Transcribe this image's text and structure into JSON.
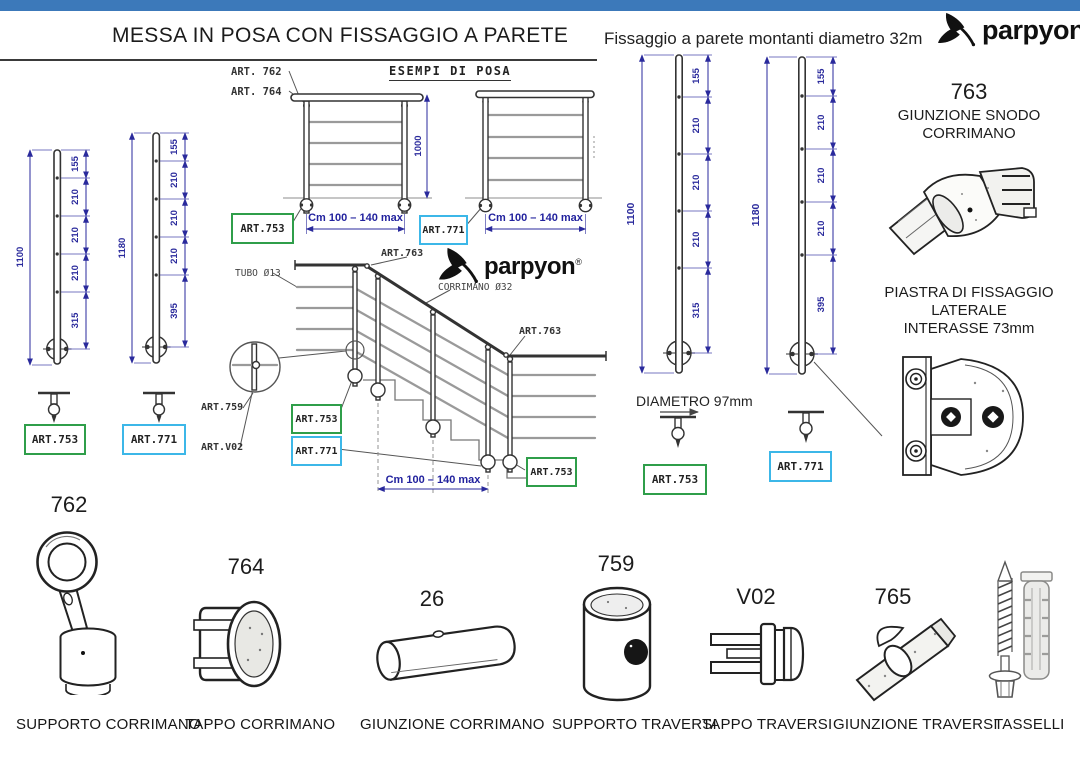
{
  "header": {
    "title": "MESSA IN POSA CON FISSAGGIO A PARETE",
    "right_heading": "Fissaggio a parete montanti diametro 32m"
  },
  "brand": {
    "name": "parpyon",
    "reg": "®"
  },
  "colors": {
    "top_bar": "#3c79ba",
    "dim_blue": "#2a2a9c",
    "box_green": "#2f9e4a",
    "box_cyan": "#3cb7e8"
  },
  "dims": {
    "width_max": "Cm 100 – 140 max",
    "height_1000": "1000",
    "diametro": "DIAMETRO 97mm"
  },
  "posts": {
    "short": {
      "total": "1100",
      "segments": [
        "155",
        "210",
        "210",
        "210",
        "315"
      ]
    },
    "tall": {
      "total": "1180",
      "segments": [
        "155",
        "210",
        "210",
        "210",
        "395"
      ]
    }
  },
  "art": {
    "a753": "ART.753",
    "a771": "ART.771",
    "a759": "ART.759",
    "v02": "ART.V02",
    "a763": "ART.763",
    "a762": "ART. 762",
    "a764": "ART. 764"
  },
  "esempi": {
    "heading": "ESEMPI DI POSA"
  },
  "stairs": {
    "tubo": "TUBO Ø13",
    "corrimano": "CORRIMANO Ø32"
  },
  "joint": {
    "num": "763",
    "line1": "GIUNZIONE SNODO",
    "line2": "CORRIMANO"
  },
  "plate": {
    "line1": "PIASTRA DI FISSAGGIO",
    "line2": "LATERALE",
    "line3": "INTERASSE 73mm"
  },
  "parts": [
    {
      "num": "762",
      "label": "SUPPORTO CORRIMANO"
    },
    {
      "num": "764",
      "label": "TAPPO CORRIMANO"
    },
    {
      "num": "26",
      "label": "GIUNZIONE CORRIMANO"
    },
    {
      "num": "759",
      "label": "SUPPORTO TRAVERSI"
    },
    {
      "num": "V02",
      "label": "TAPPO TRAVERSI"
    },
    {
      "num": "765",
      "label": "GIUNZIONE TRAVERSI"
    },
    {
      "num": "",
      "label": "TASSELLI"
    }
  ]
}
